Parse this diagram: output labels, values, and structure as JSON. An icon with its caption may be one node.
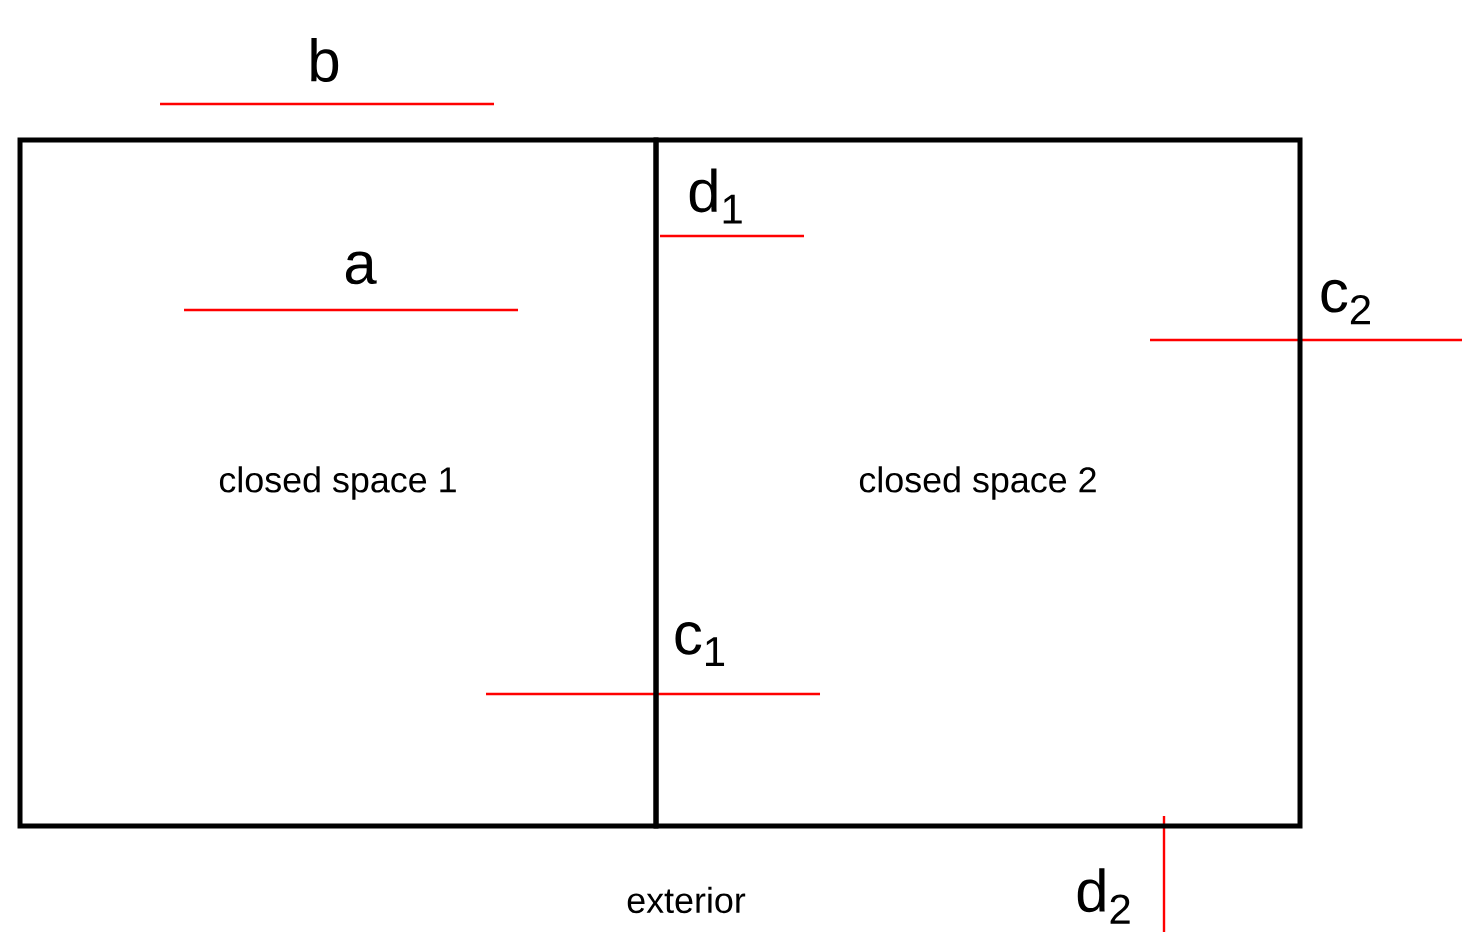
{
  "diagram": {
    "nodes": [
      {
        "text": [
          "closed space 1"
        ]
      },
      {
        "text": [
          "closed space 2"
        ]
      }
    ],
    "labels": [
      "b",
      "d$_{1}$",
      "a",
      "c$_{2}$",
      "c$_{1}$",
      "exterior",
      "d$_{2}$"
    ]
  }
}
